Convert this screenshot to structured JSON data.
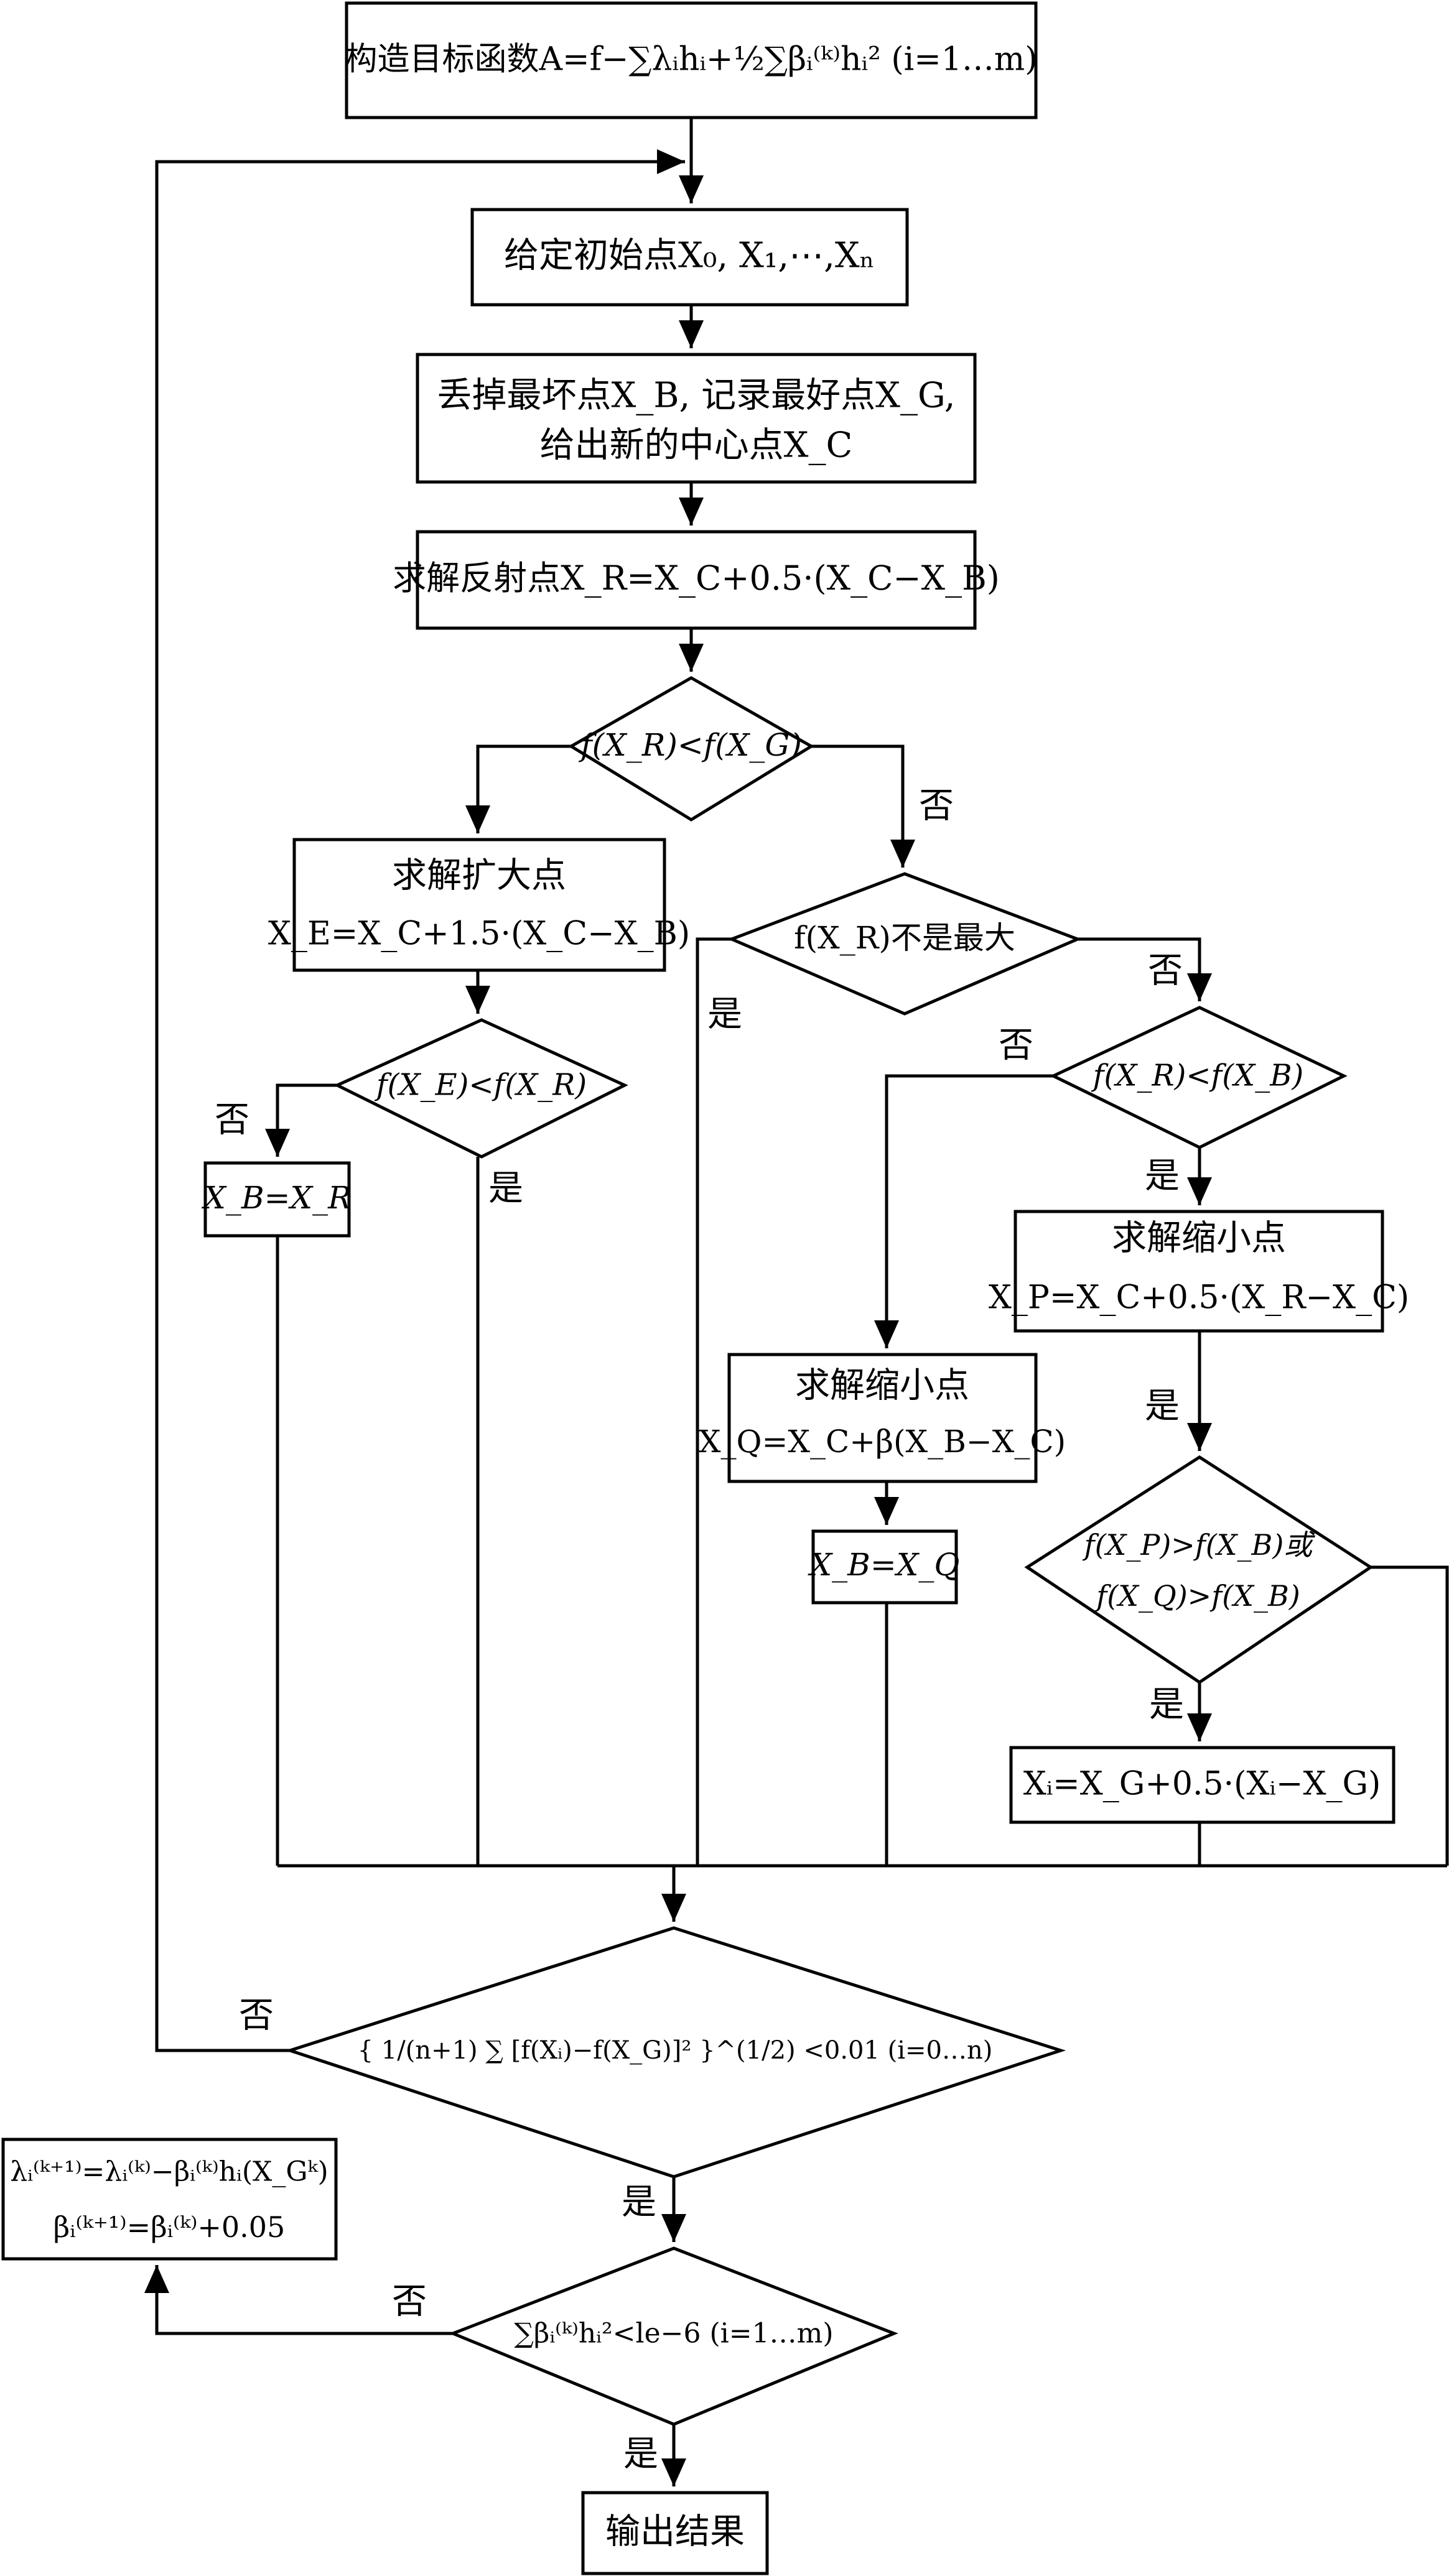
{
  "nodes": {
    "objective": "构造目标函数A=f−∑λᵢhᵢ+½∑βᵢ⁽ᵏ⁾hᵢ²  (i=1…m)",
    "init": "给定初始点X₀, X₁,⋯,Xₙ",
    "drop_line1": "丢掉最坏点X_B, 记录最好点X_G,",
    "drop_line2": "给出新的中心点X_C",
    "reflect": "求解反射点X_R=X_C+0.5·(X_C−X_B)",
    "cond_reflect": "f(X_R)<f(X_G)",
    "expand_title": "求解扩大点",
    "expand_formula": "X_E=X_C+1.5·(X_C−X_B)",
    "cond_not_max": "f(X_R)不是最大",
    "cond_expand": "f(X_E)<f(X_R)",
    "cond_rb": "f(X_R)<f(X_B)",
    "assign_xr": "X_B=X_R",
    "shrink_p_title": "求解缩小点",
    "shrink_p_formula": "X_P=X_C+0.5·(X_R−X_C)",
    "shrink_q_title": "求解缩小点",
    "shrink_q_formula": "X_Q=X_C+β(X_B−X_C)",
    "assign_xq": "X_B=X_Q",
    "cond_pq_line1": "f(X_P)>f(X_B)或",
    "cond_pq_line2": "f(X_Q)>f(X_B)",
    "update_xi": "Xᵢ=X_G+0.5·(Xᵢ−X_G)",
    "converge": "{ 1/(n+1) ∑ [f(Xᵢ)−f(X_G)]² }^(1/2) <0.01  (i=0…n)",
    "multiplier_line1": "λᵢ⁽ᵏ⁺¹⁾=λᵢ⁽ᵏ⁾−βᵢ⁽ᵏ⁾hᵢ(X_Gᵏ)",
    "multiplier_line2": "βᵢ⁽ᵏ⁺¹⁾=βᵢ⁽ᵏ⁾+0.05",
    "penalty_check": "∑βᵢ⁽ᵏ⁾hᵢ²<le−6  (i=1…m)",
    "output": "输出结果"
  },
  "labels": {
    "no": "否",
    "yes": "是"
  }
}
